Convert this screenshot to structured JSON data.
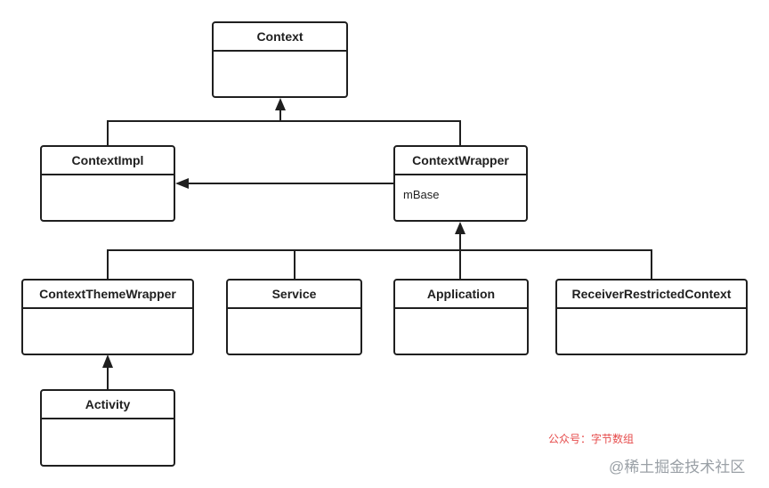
{
  "classes": {
    "context": {
      "name": "Context"
    },
    "context_impl": {
      "name": "ContextImpl"
    },
    "context_wrapper": {
      "name": "ContextWrapper",
      "field": "mBase"
    },
    "context_theme_wrapper": {
      "name": "ContextThemeWrapper"
    },
    "service": {
      "name": "Service"
    },
    "application": {
      "name": "Application"
    },
    "receiver_restricted_context": {
      "name": "ReceiverRestrictedContext"
    },
    "activity": {
      "name": "Activity"
    }
  },
  "watermarks": {
    "wechat": "公众号：字节数组",
    "site": "@稀土掘金技术社区"
  }
}
